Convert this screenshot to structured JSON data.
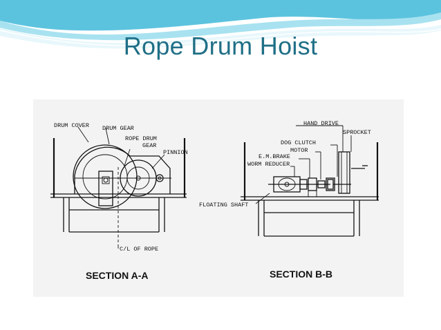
{
  "slide": {
    "title": "Rope Drum Hoist",
    "accent_color": "#1f6f86",
    "banner_colors": [
      "#5cc3de",
      "#a8e2f0",
      "#e8f7fb"
    ]
  },
  "figure": {
    "section_a": {
      "heading": "SECTION A-A",
      "labels": {
        "drum_cover": "DRUM COVER",
        "drum_gear": "DRUM GEAR",
        "rope_drum_gear_1": "ROPE DRUM",
        "rope_drum_gear_2": "GEAR",
        "pinnion": "PINNION",
        "cl_of_rope": "C/L OF ROPE"
      }
    },
    "section_b": {
      "heading": "SECTION B-B",
      "labels": {
        "hand_drive": "HAND DRIVE",
        "sprocket": "SPROCKET",
        "dog_clutch": "DOG CLUTCH",
        "motor": "MOTOR",
        "em_brake": "E.M.BRAKE",
        "worm_reducer": "WORM REDUCER",
        "floating_shaft": "FLOATING SHAFT"
      }
    }
  }
}
